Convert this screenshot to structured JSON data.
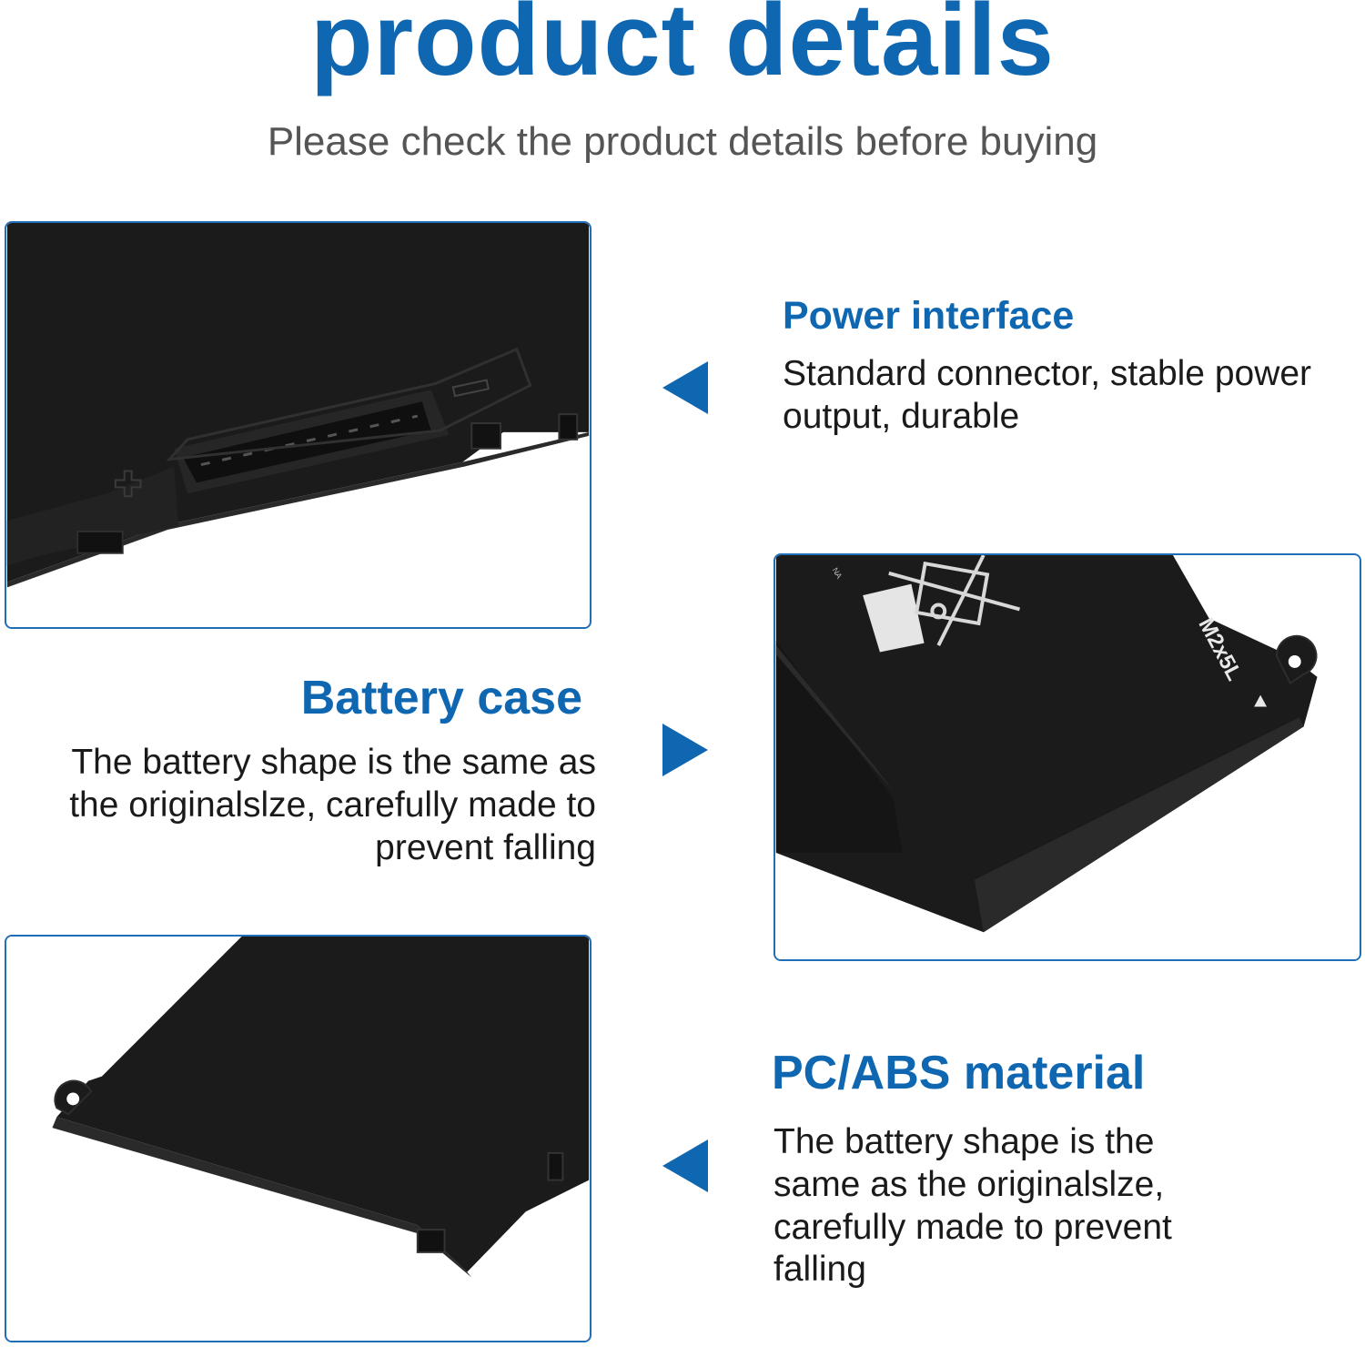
{
  "header": {
    "title": "product details",
    "subtitle": "Please check the product details before buying"
  },
  "features": [
    {
      "heading": "Power interface",
      "description": "Standard connector, stable power output, durable"
    },
    {
      "heading": "Battery case",
      "description": "The battery shape is the same as the originalslze, carefully made to prevent falling"
    },
    {
      "heading": "PC/ABS material",
      "description": "The battery shape is the same as the originalslze, carefully made to prevent falling"
    }
  ],
  "images": {
    "case_label": "M2x5L",
    "side_text": "NA"
  },
  "colors": {
    "accent": "#0f67b1",
    "border": "#1e6fb5",
    "battery": "#1b1b1b"
  }
}
